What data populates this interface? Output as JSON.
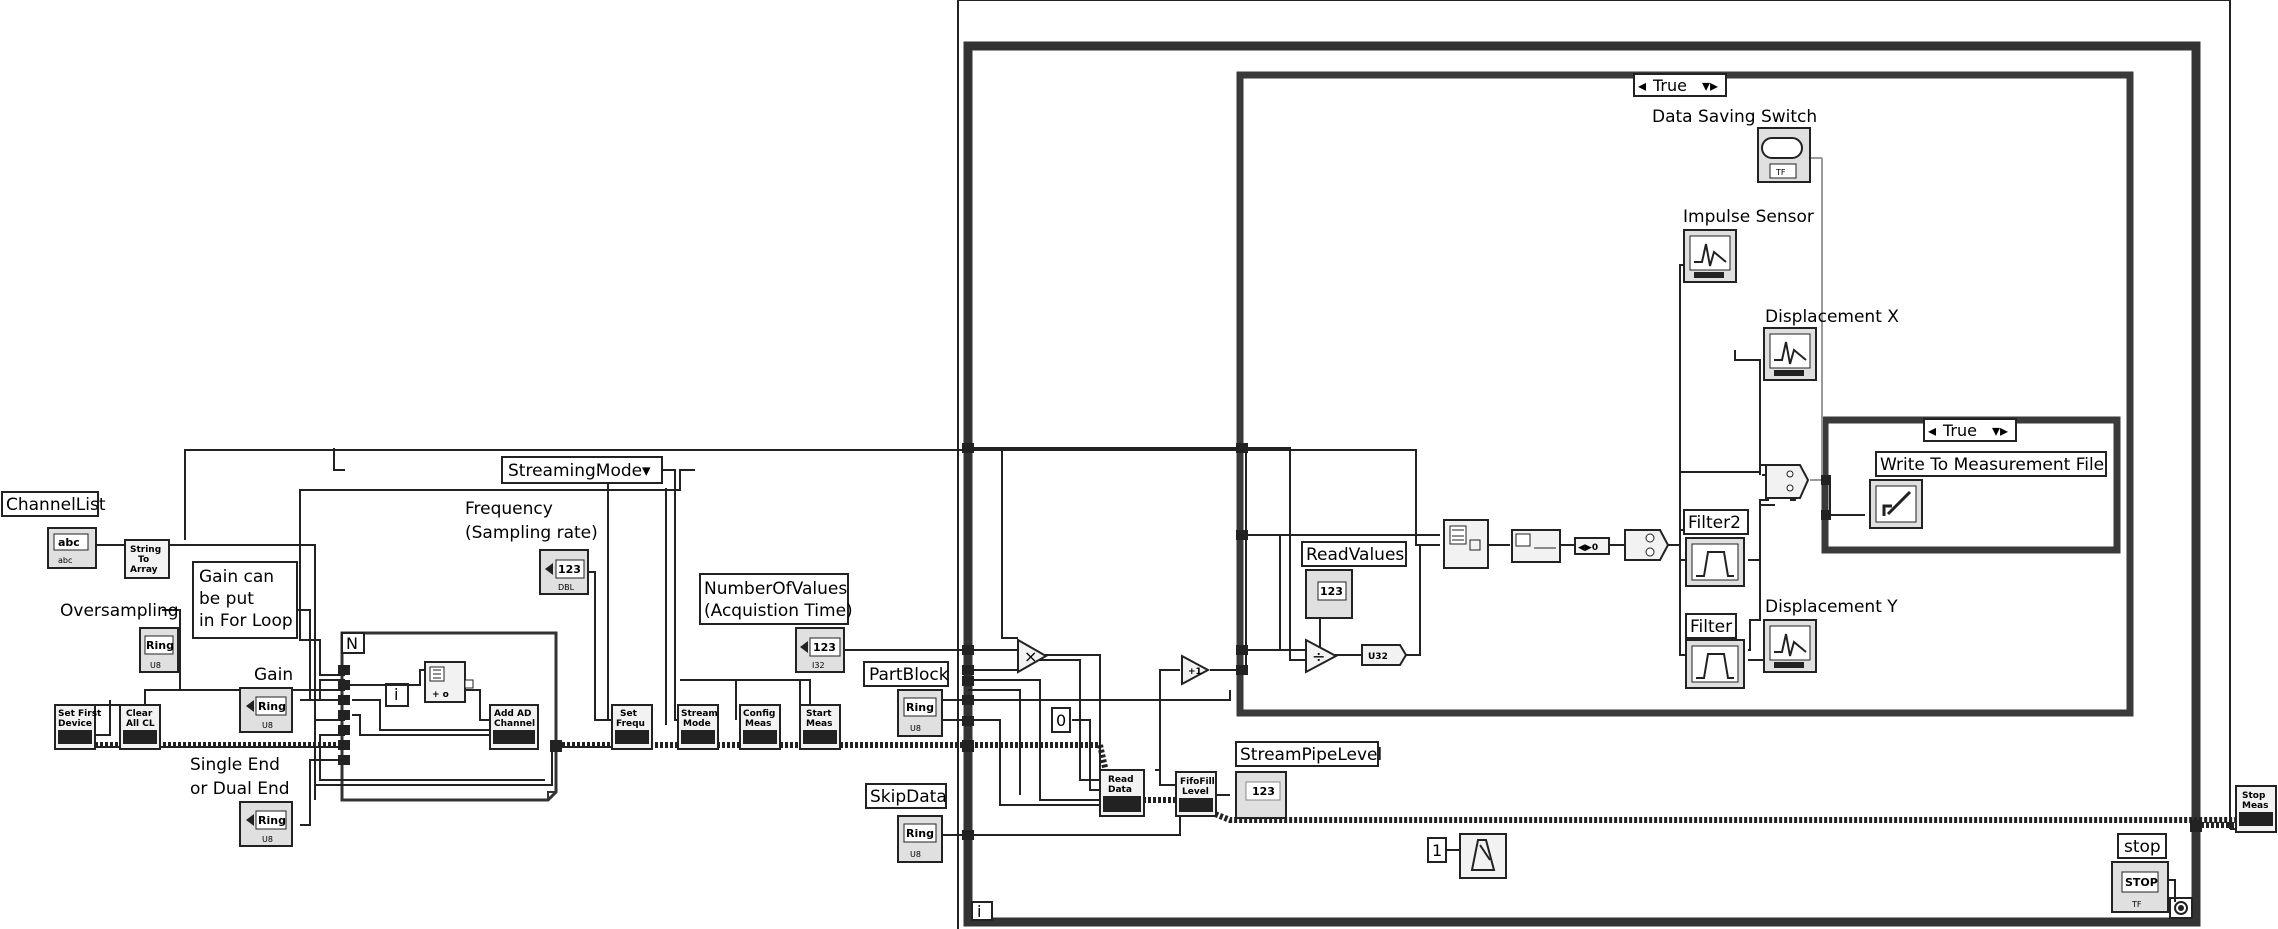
{
  "labels": {
    "channel_list": "ChannelList",
    "string_to_array_l1": "String",
    "string_to_array_l2": "To",
    "string_to_array_l3": "Array",
    "gain_note_l1": "Gain can",
    "gain_note_l2": "be put",
    "gain_note_l3": "in For Loop",
    "oversampling": "Oversampling",
    "gain": "Gain",
    "single_end_l1": "Single End",
    "single_end_l2": "or Dual End",
    "streaming_mode": "StreamingMode",
    "frequency_l1": "Frequency",
    "frequency_l2": "(Sampling rate)",
    "number_of_values_l1": "NumberOfValues",
    "number_of_values_l2": "(Acquistion Time)",
    "part_block": "PartBlock",
    "skip_data": "SkipData",
    "stream_pipe_level": "StreamPipeLevel",
    "read_values": "ReadValues",
    "data_saving_switch": "Data Saving Switch",
    "impulse_sensor": "Impulse Sensor",
    "displacement_x": "Displacement X",
    "displacement_y": "Displacement Y",
    "filter2": "Filter2",
    "filter": "Filter",
    "write_file": "Write To Measurement File",
    "stop": "stop",
    "case_true": "True",
    "case_true_inner": "True",
    "for_loop_n": "N",
    "for_loop_i": "i",
    "while_loop_i": "i",
    "const_zero": "0",
    "const_one": "1",
    "u32": "U32"
  },
  "subvis": {
    "set_first_device": "Set First Device",
    "clear_all_cl": "Clear All CL",
    "add_ad_channel": "Add AD Channel",
    "set_frequ": "Set Frequ",
    "stream_mode": "Stream Mode",
    "config_meas": "Config Meas",
    "start_meas": "Start Meas",
    "read_data": "Read Data",
    "fifofill_level": "FifoFill Level",
    "stop_meas": "Stop Meas"
  },
  "terminal_types": {
    "abc": "abc",
    "ring": "Ring",
    "num": "123",
    "stop": "STOP",
    "tf": "TF",
    "u8": "U8",
    "i32": "I32"
  },
  "icons": [
    "string-control-icon",
    "ring-control-icon",
    "numeric-control-icon",
    "waveform-graph-icon",
    "filter-icon",
    "write-file-icon",
    "boolean-switch-icon",
    "stop-button-icon",
    "wait-icon",
    "build-array-icon"
  ]
}
